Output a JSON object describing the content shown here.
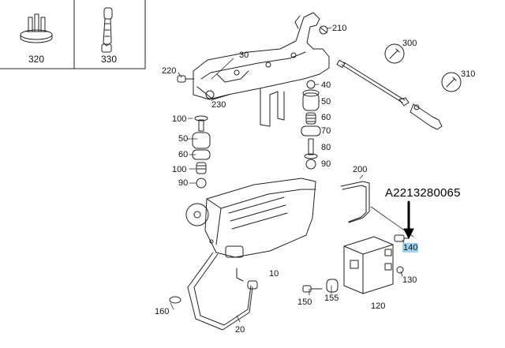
{
  "part_number": "A2213280065",
  "inset": {
    "labels": [
      "320",
      "330"
    ]
  },
  "callouts": {
    "c210": "210",
    "c30": "30",
    "c300": "300",
    "c220": "220",
    "c310": "310",
    "c40": "40",
    "c230": "230",
    "c50a": "50",
    "c100a": "100",
    "c60a": "60",
    "c70": "70",
    "c50b": "50",
    "c80": "80",
    "c60b": "60",
    "c100b": "100",
    "c90a": "90",
    "c90b": "90",
    "c200": "200",
    "c140": "140",
    "c10": "10",
    "c130": "130",
    "c160": "160",
    "c150": "150",
    "c155": "155",
    "c120": "120",
    "c20": "20"
  },
  "highlight_color": "#9fd3ee"
}
